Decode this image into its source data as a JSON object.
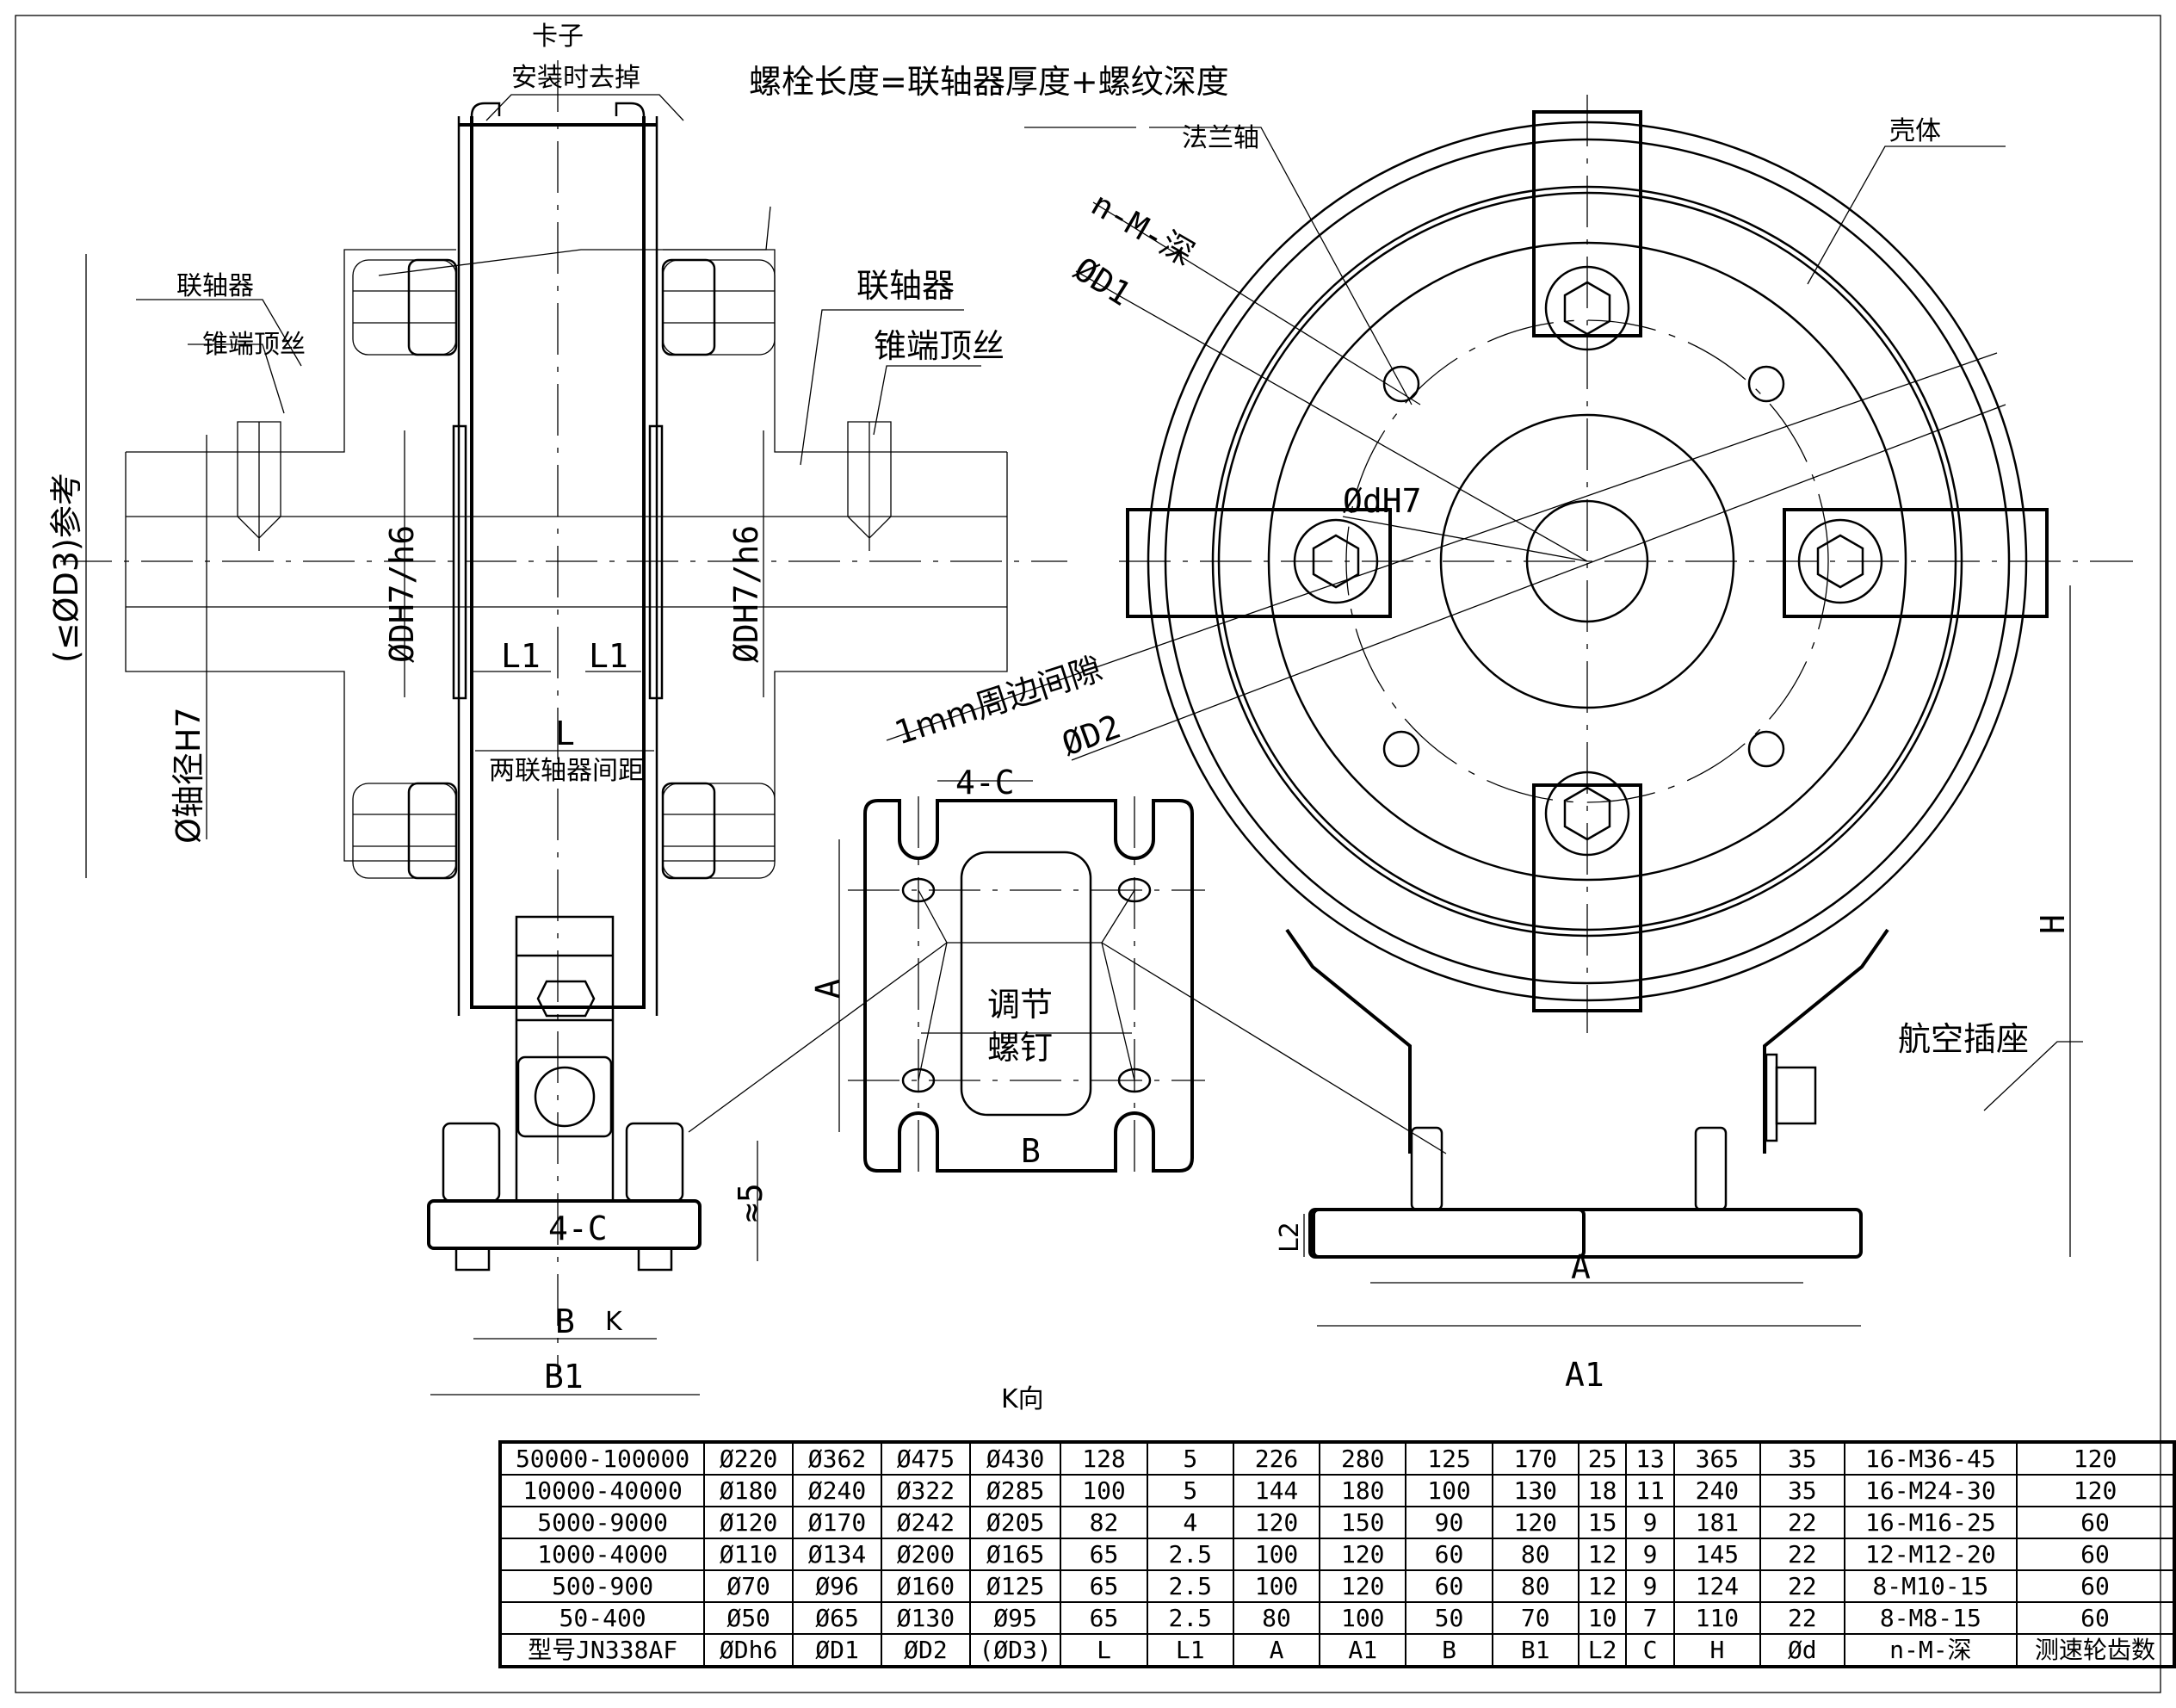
{
  "labels": {
    "clip": "卡子",
    "clip_note": "安装时去掉",
    "bolt_formula": "螺栓长度=联轴器厚度+螺纹深度",
    "coupling_left": "联轴器",
    "setscrew_left": "锥端顶丝",
    "coupling_right": "联轴器",
    "setscrew_right": "锥端顶丝",
    "d3_ref": "(≤ØD3)参考",
    "shaft_dia": "Ø轴径H7",
    "dh7_left": "ØDH7/h6",
    "dh7_right": "ØDH7/h6",
    "l1_left": "L1",
    "l1_right": "L1",
    "l": "L",
    "coupling_gap": "两联轴器间距",
    "four_c_side": "4-C",
    "b_side": "B",
    "k_arrow": "K",
    "b1": "B1",
    "approx5": "≈5",
    "four_c_k": "4-C",
    "adjust_screw_1": "调节",
    "adjust_screw_2": "螺钉",
    "a_k": "A",
    "b_k": "B",
    "k_view": "K向",
    "flange_shaft": "法兰轴",
    "housing": "壳体",
    "n_m_depth": "n-M-深",
    "d1": "ØD1",
    "dh7": "ØdH7",
    "gap_1mm": "1mm周边间隙",
    "d2": "ØD2",
    "h": "H",
    "l2": "L2",
    "aviation_socket": "航空插座",
    "a": "A",
    "a1": "A1"
  },
  "table": {
    "columns": [
      "型号JN338AF",
      "ØDh6",
      "ØD1",
      "ØD2",
      "(ØD3)",
      "L",
      "L1",
      "A",
      "A1",
      "B",
      "B1",
      "L2",
      "C",
      "H",
      "Ød",
      "n-M-深",
      "测速轮齿数"
    ],
    "rows": [
      [
        "50000-100000",
        "Ø220",
        "Ø362",
        "Ø475",
        "Ø430",
        "128",
        "5",
        "226",
        "280",
        "125",
        "170",
        "25",
        "13",
        "365",
        "35",
        "16-M36-45",
        "120"
      ],
      [
        "10000-40000",
        "Ø180",
        "Ø240",
        "Ø322",
        "Ø285",
        "100",
        "5",
        "144",
        "180",
        "100",
        "130",
        "18",
        "11",
        "240",
        "35",
        "16-M24-30",
        "120"
      ],
      [
        "5000-9000",
        "Ø120",
        "Ø170",
        "Ø242",
        "Ø205",
        "82",
        "4",
        "120",
        "150",
        "90",
        "120",
        "15",
        "9",
        "181",
        "22",
        "16-M16-25",
        "60"
      ],
      [
        "1000-4000",
        "Ø110",
        "Ø134",
        "Ø200",
        "Ø165",
        "65",
        "2.5",
        "100",
        "120",
        "60",
        "80",
        "12",
        "9",
        "145",
        "22",
        "12-M12-20",
        "60"
      ],
      [
        "500-900",
        "Ø70",
        "Ø96",
        "Ø160",
        "Ø125",
        "65",
        "2.5",
        "100",
        "120",
        "60",
        "80",
        "12",
        "9",
        "124",
        "22",
        "8-M10-15",
        "60"
      ],
      [
        "50-400",
        "Ø50",
        "Ø65",
        "Ø130",
        "Ø95",
        "65",
        "2.5",
        "80",
        "100",
        "50",
        "70",
        "10",
        "7",
        "110",
        "22",
        "8-M8-15",
        "60"
      ]
    ]
  }
}
